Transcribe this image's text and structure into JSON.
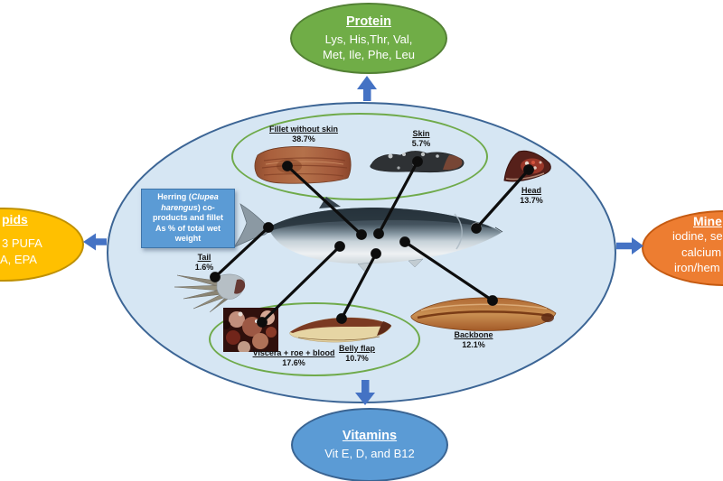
{
  "figure": {
    "background": "#ffffff",
    "main_ellipse_fill": "#D6E6F3",
    "main_ellipse_border": "#3C6595",
    "inner_ellipse_color": "#6FAA4A",
    "arrow_color": "#4472C4",
    "connector_color": "#0D0D0D"
  },
  "nodes": {
    "protein": {
      "title": "Protein",
      "line1": "Lys, His,Thr, Val,",
      "line2": "Met, Ile, Phe, Leu",
      "fill": "#70AD47",
      "border": "#538135"
    },
    "lipids": {
      "title": "pids",
      "line1": "3 PUFA",
      "line2": "A, EPA",
      "fill": "#FFC000",
      "border": "#BF9000"
    },
    "minerals": {
      "title": "Mine",
      "line1": "iodine, se",
      "line2": "calcium",
      "line3": "iron/hem",
      "fill": "#ED7D31",
      "border": "#C55A11"
    },
    "vitamins": {
      "title": "Vitamins",
      "line1": "Vit E, D, and B12",
      "fill": "#5B9BD5",
      "border": "#3A6492"
    }
  },
  "caption_box": {
    "prefix": "Herring (",
    "species": "Clupea harengus",
    "suffix": ") co-products and fillet",
    "line2": "As % of total wet weight",
    "fill": "#5B9BD5"
  },
  "parts": [
    {
      "name": "Fillet without skin",
      "percent": "38.7%"
    },
    {
      "name": "Skin",
      "percent": "5.7%"
    },
    {
      "name": "Head",
      "percent": "13.7%"
    },
    {
      "name": "Tail",
      "percent": "1.6%"
    },
    {
      "name": "Viscera + roe + blood",
      "percent": "17.6%"
    },
    {
      "name": "Belly flap",
      "percent": "10.7%"
    },
    {
      "name": "Backbone",
      "percent": "12.1%"
    }
  ]
}
